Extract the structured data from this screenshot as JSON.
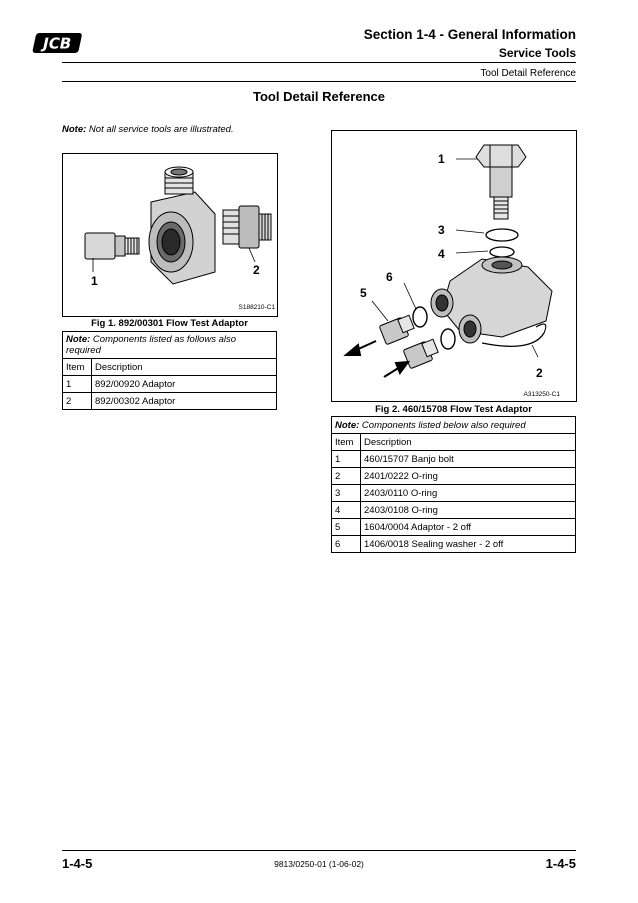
{
  "header": {
    "logo_text": "JCB",
    "section_title": "Section 1-4 - General Information",
    "section_subtitle": "Service Tools",
    "section_ref": "Tool Detail Reference"
  },
  "page_title": "Tool Detail Reference",
  "note_top": {
    "label": "Note:",
    "text": " Not all service tools are illustrated."
  },
  "fig1": {
    "code": "S188210-C1",
    "callouts": [
      "1",
      "2"
    ],
    "caption": "Fig 1. 892/00301 Flow Test Adaptor",
    "table": {
      "note_label": "Note:",
      "note_text": " Components listed as follows also required",
      "headers": [
        "Item",
        "Description"
      ],
      "rows": [
        [
          "1",
          "892/00920 Adaptor"
        ],
        [
          "2",
          "892/00302 Adaptor"
        ]
      ]
    }
  },
  "fig2": {
    "code": "A313250-C1",
    "callouts": [
      "1",
      "3",
      "4",
      "6",
      "5",
      "2"
    ],
    "caption": "Fig 2. 460/15708 Flow Test Adaptor",
    "table": {
      "note_label": "Note:",
      "note_text": " Components listed below also required",
      "headers": [
        "Item",
        "Description"
      ],
      "rows": [
        [
          "1",
          "460/15707 Banjo bolt"
        ],
        [
          "2",
          "2401/0222 O-ring"
        ],
        [
          "3",
          "2403/0110 O-ring"
        ],
        [
          "4",
          "2403/0108 O-ring"
        ],
        [
          "5",
          "1604/0004 Adaptor - 2 off"
        ],
        [
          "6",
          "1406/0018 Sealing washer - 2 off"
        ]
      ]
    }
  },
  "footer": {
    "left": "1-4-5",
    "center": "9813/0250-01 (1-06-02)",
    "right": "1-4-5"
  }
}
